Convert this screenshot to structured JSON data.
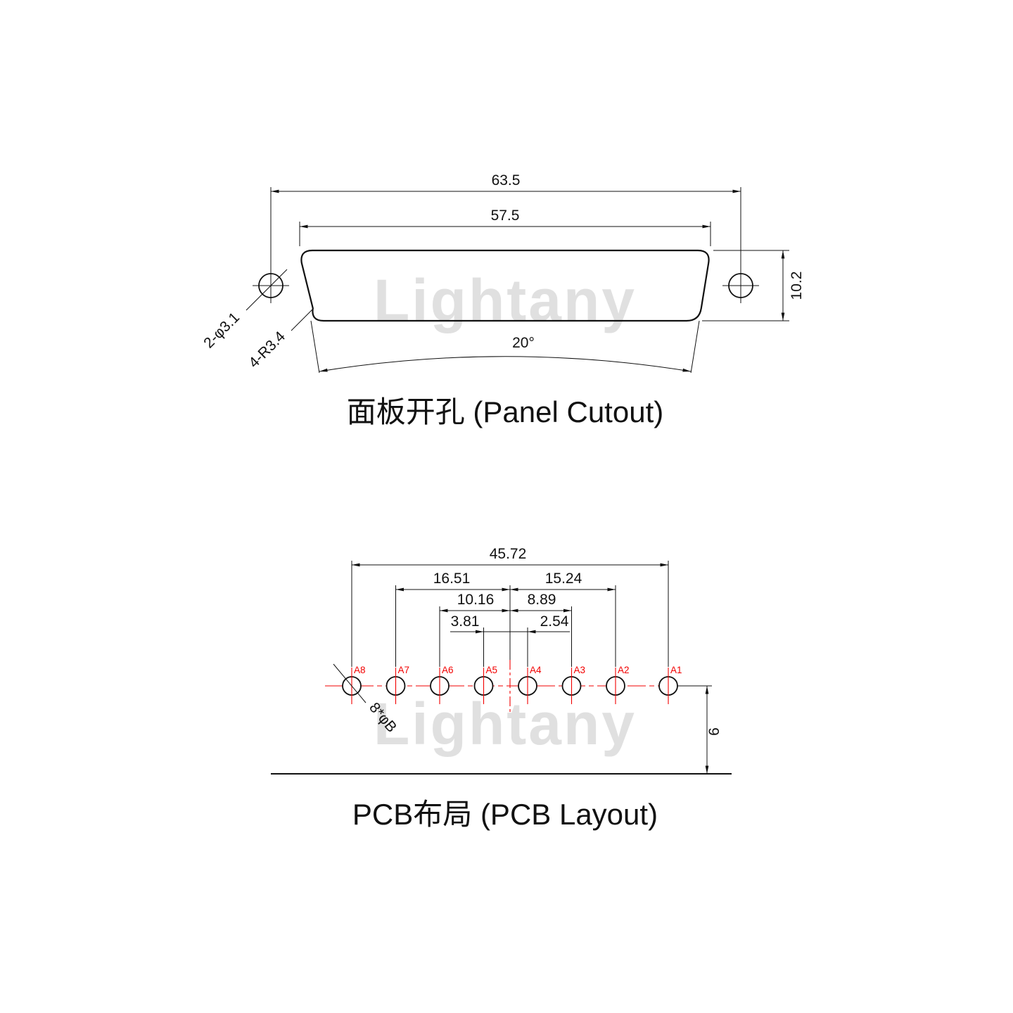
{
  "watermark": {
    "text": "Lightany"
  },
  "colors": {
    "line": "#111111",
    "accent_red": "#f20000",
    "watermark": "#e0e0e0"
  },
  "panel_cutout": {
    "title": "面板开孔 (Panel Cutout)",
    "dim_width_outer": "63.5",
    "dim_width_inner": "57.5",
    "dim_height": "10.2",
    "dim_angle": "20°",
    "label_mount_holes": "2-φ3.1",
    "label_corner_radius": "4-R3.4"
  },
  "pcb_layout": {
    "title": "PCB布局 (PCB Layout)",
    "dim_total_span": "45.72",
    "dim_a7_to_center": "16.51",
    "dim_center_to_a2": "15.24",
    "dim_a6_to_center": "10.16",
    "dim_center_to_a3": "8.89",
    "dim_a5_to_center": "3.81",
    "dim_center_to_a4": "2.54",
    "label_hole_size": "8*φB",
    "dim_edge_offset": "6",
    "pins": [
      "A8",
      "A7",
      "A6",
      "A5",
      "A4",
      "A3",
      "A2",
      "A1"
    ]
  }
}
